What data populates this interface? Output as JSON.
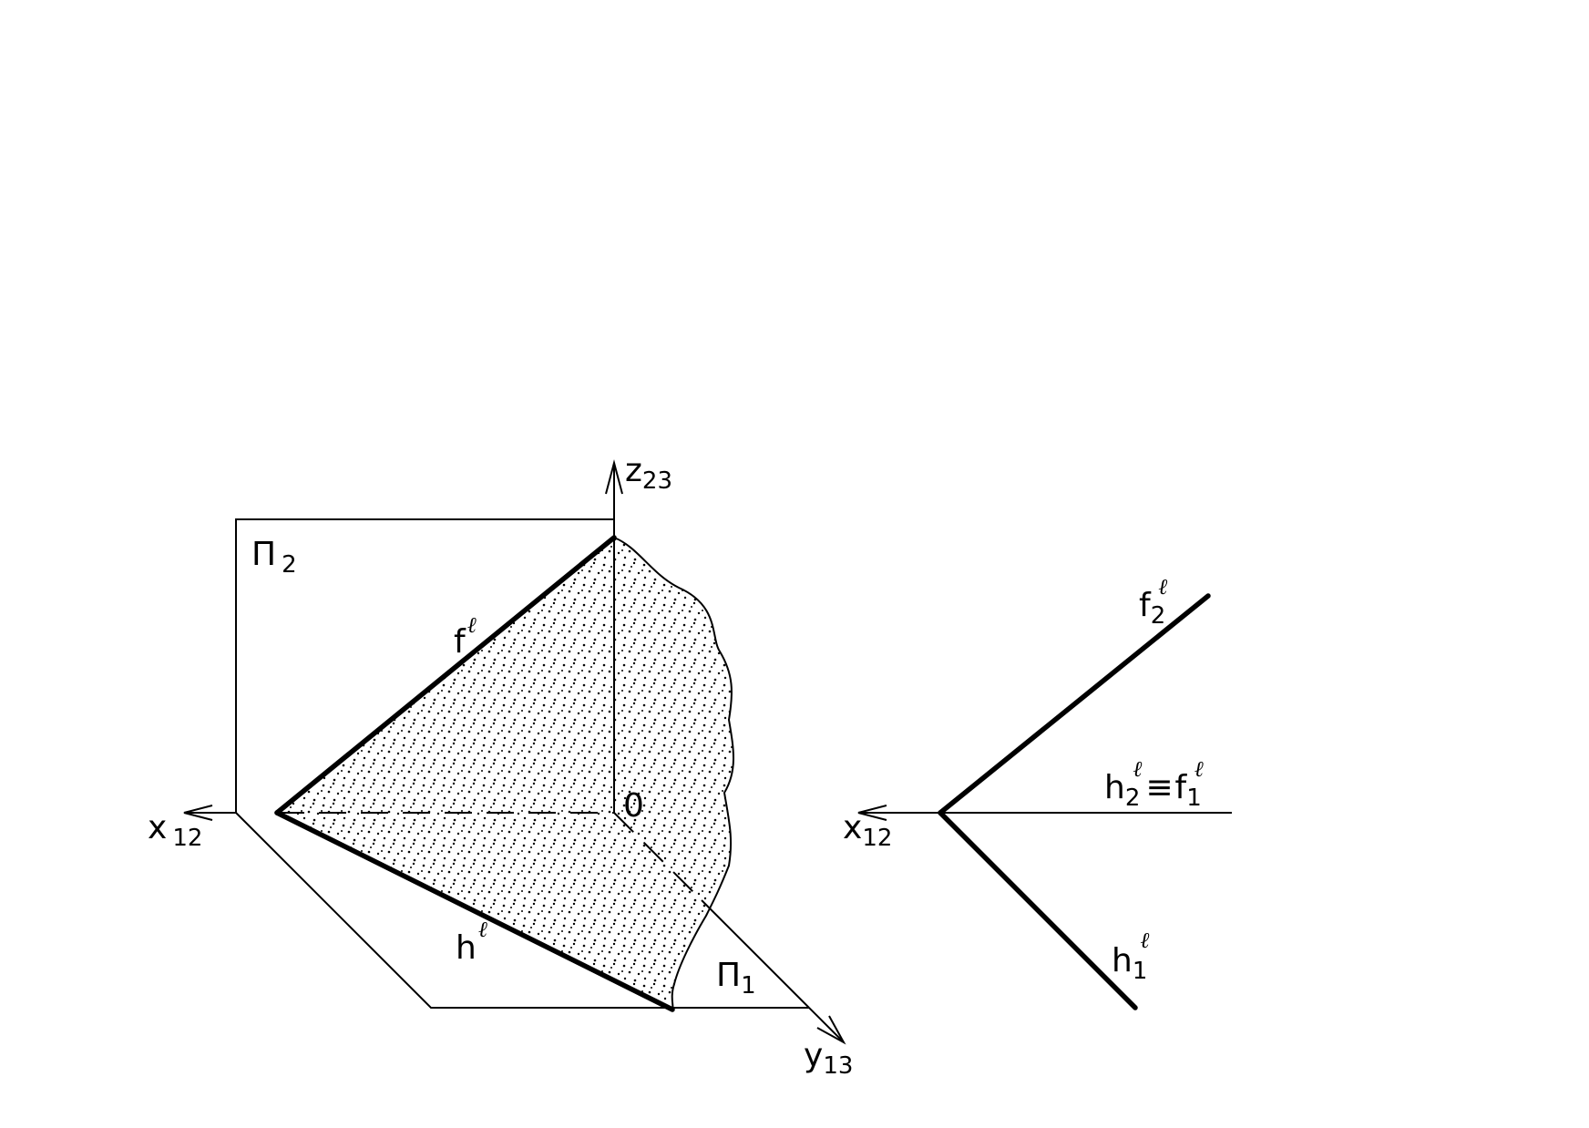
{
  "left_view": {
    "z_axis": {
      "main": "z",
      "sub": "23"
    },
    "x_axis": {
      "main": "x",
      "sub": "12"
    },
    "y_axis": {
      "main": "y",
      "sub": "13"
    },
    "origin": "0",
    "plane_frontal": {
      "main": "Π",
      "sub": "2"
    },
    "plane_horizontal": {
      "main": "Π",
      "sub": "1"
    },
    "trace_frontal": {
      "main": "f",
      "sup": "ℓ"
    },
    "trace_horizontal": {
      "main": "h",
      "sup": "ℓ"
    }
  },
  "right_view": {
    "x_axis": {
      "main": "x",
      "sub": "12"
    },
    "f2": {
      "main": "f",
      "sub": "2",
      "sup": "ℓ"
    },
    "coincident": {
      "h": "h",
      "h_sub": "2",
      "h_sup": "ℓ",
      "equiv": "≡",
      "f": "f",
      "f_sub": "1",
      "f_sup": "ℓ"
    },
    "h1": {
      "main": "h",
      "sub": "1",
      "sup": "ℓ"
    }
  }
}
